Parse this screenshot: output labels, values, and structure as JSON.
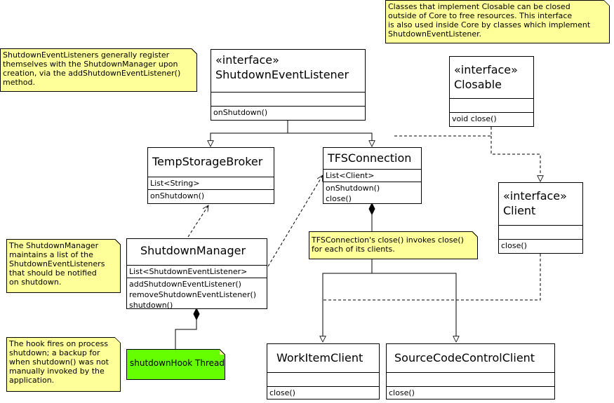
{
  "notes": {
    "closable_note": [
      "Classes that implement Closable can be closed",
      "outside of Core to free resources. This interface",
      "is also used inside Core by classes which implement",
      "ShutdownEventListener."
    ],
    "listener_note": [
      "ShutdownEventListeners generally register",
      "themselves with the ShutdownManager upon",
      "creation, via the addShutdownEventListener()",
      "method."
    ],
    "manager_note": [
      "The ShutdownManager",
      "maintains a list of the",
      "ShutdownEventListeners",
      "that should be notified",
      "on shutdown."
    ],
    "tfs_note": [
      "TFSConnection's close() invokes close()",
      "for each of its clients."
    ],
    "hook_note": [
      "The hook fires on process",
      "shutdown; a backup for",
      "when shutdown() was not",
      "manually invoked by the",
      "application."
    ],
    "shutdown_hook": "shutdownHook Thread"
  },
  "classes": {
    "shutdown_event_listener": {
      "stereotype": "«interface»",
      "name": "ShutdownEventListener",
      "attributes": [],
      "methods": [
        "onShutdown()"
      ]
    },
    "closable": {
      "stereotype": "«interface»",
      "name": "Closable",
      "attributes": [],
      "methods": [
        "void close()"
      ]
    },
    "temp_storage_broker": {
      "name": "TempStorageBroker",
      "attributes": [
        "List<String>"
      ],
      "methods": [
        "onShutdown()"
      ]
    },
    "tfs_connection": {
      "name": "TFSConnection",
      "attributes": [
        "List<Client>"
      ],
      "methods": [
        "onShutdown()",
        "close()"
      ]
    },
    "client": {
      "stereotype": "«interface»",
      "name": "Client",
      "attributes": [],
      "methods": [
        "close()"
      ]
    },
    "shutdown_manager": {
      "name": "ShutdownManager",
      "attributes": [
        "List<ShutdownEventListener>"
      ],
      "methods": [
        "addShutdownEventListener()",
        "removeShutdownEventListener()",
        "shutdown()"
      ]
    },
    "work_item_client": {
      "name": "WorkItemClient",
      "attributes": [],
      "methods": [
        "close()"
      ]
    },
    "source_code_control_client": {
      "name": "SourceCodeControlClient",
      "attributes": [],
      "methods": [
        "close()"
      ]
    }
  },
  "colors": {
    "note_fill": "#ffff99",
    "hook_fill": "#66ff00",
    "line": "#000000",
    "background": "#ffffff"
  }
}
